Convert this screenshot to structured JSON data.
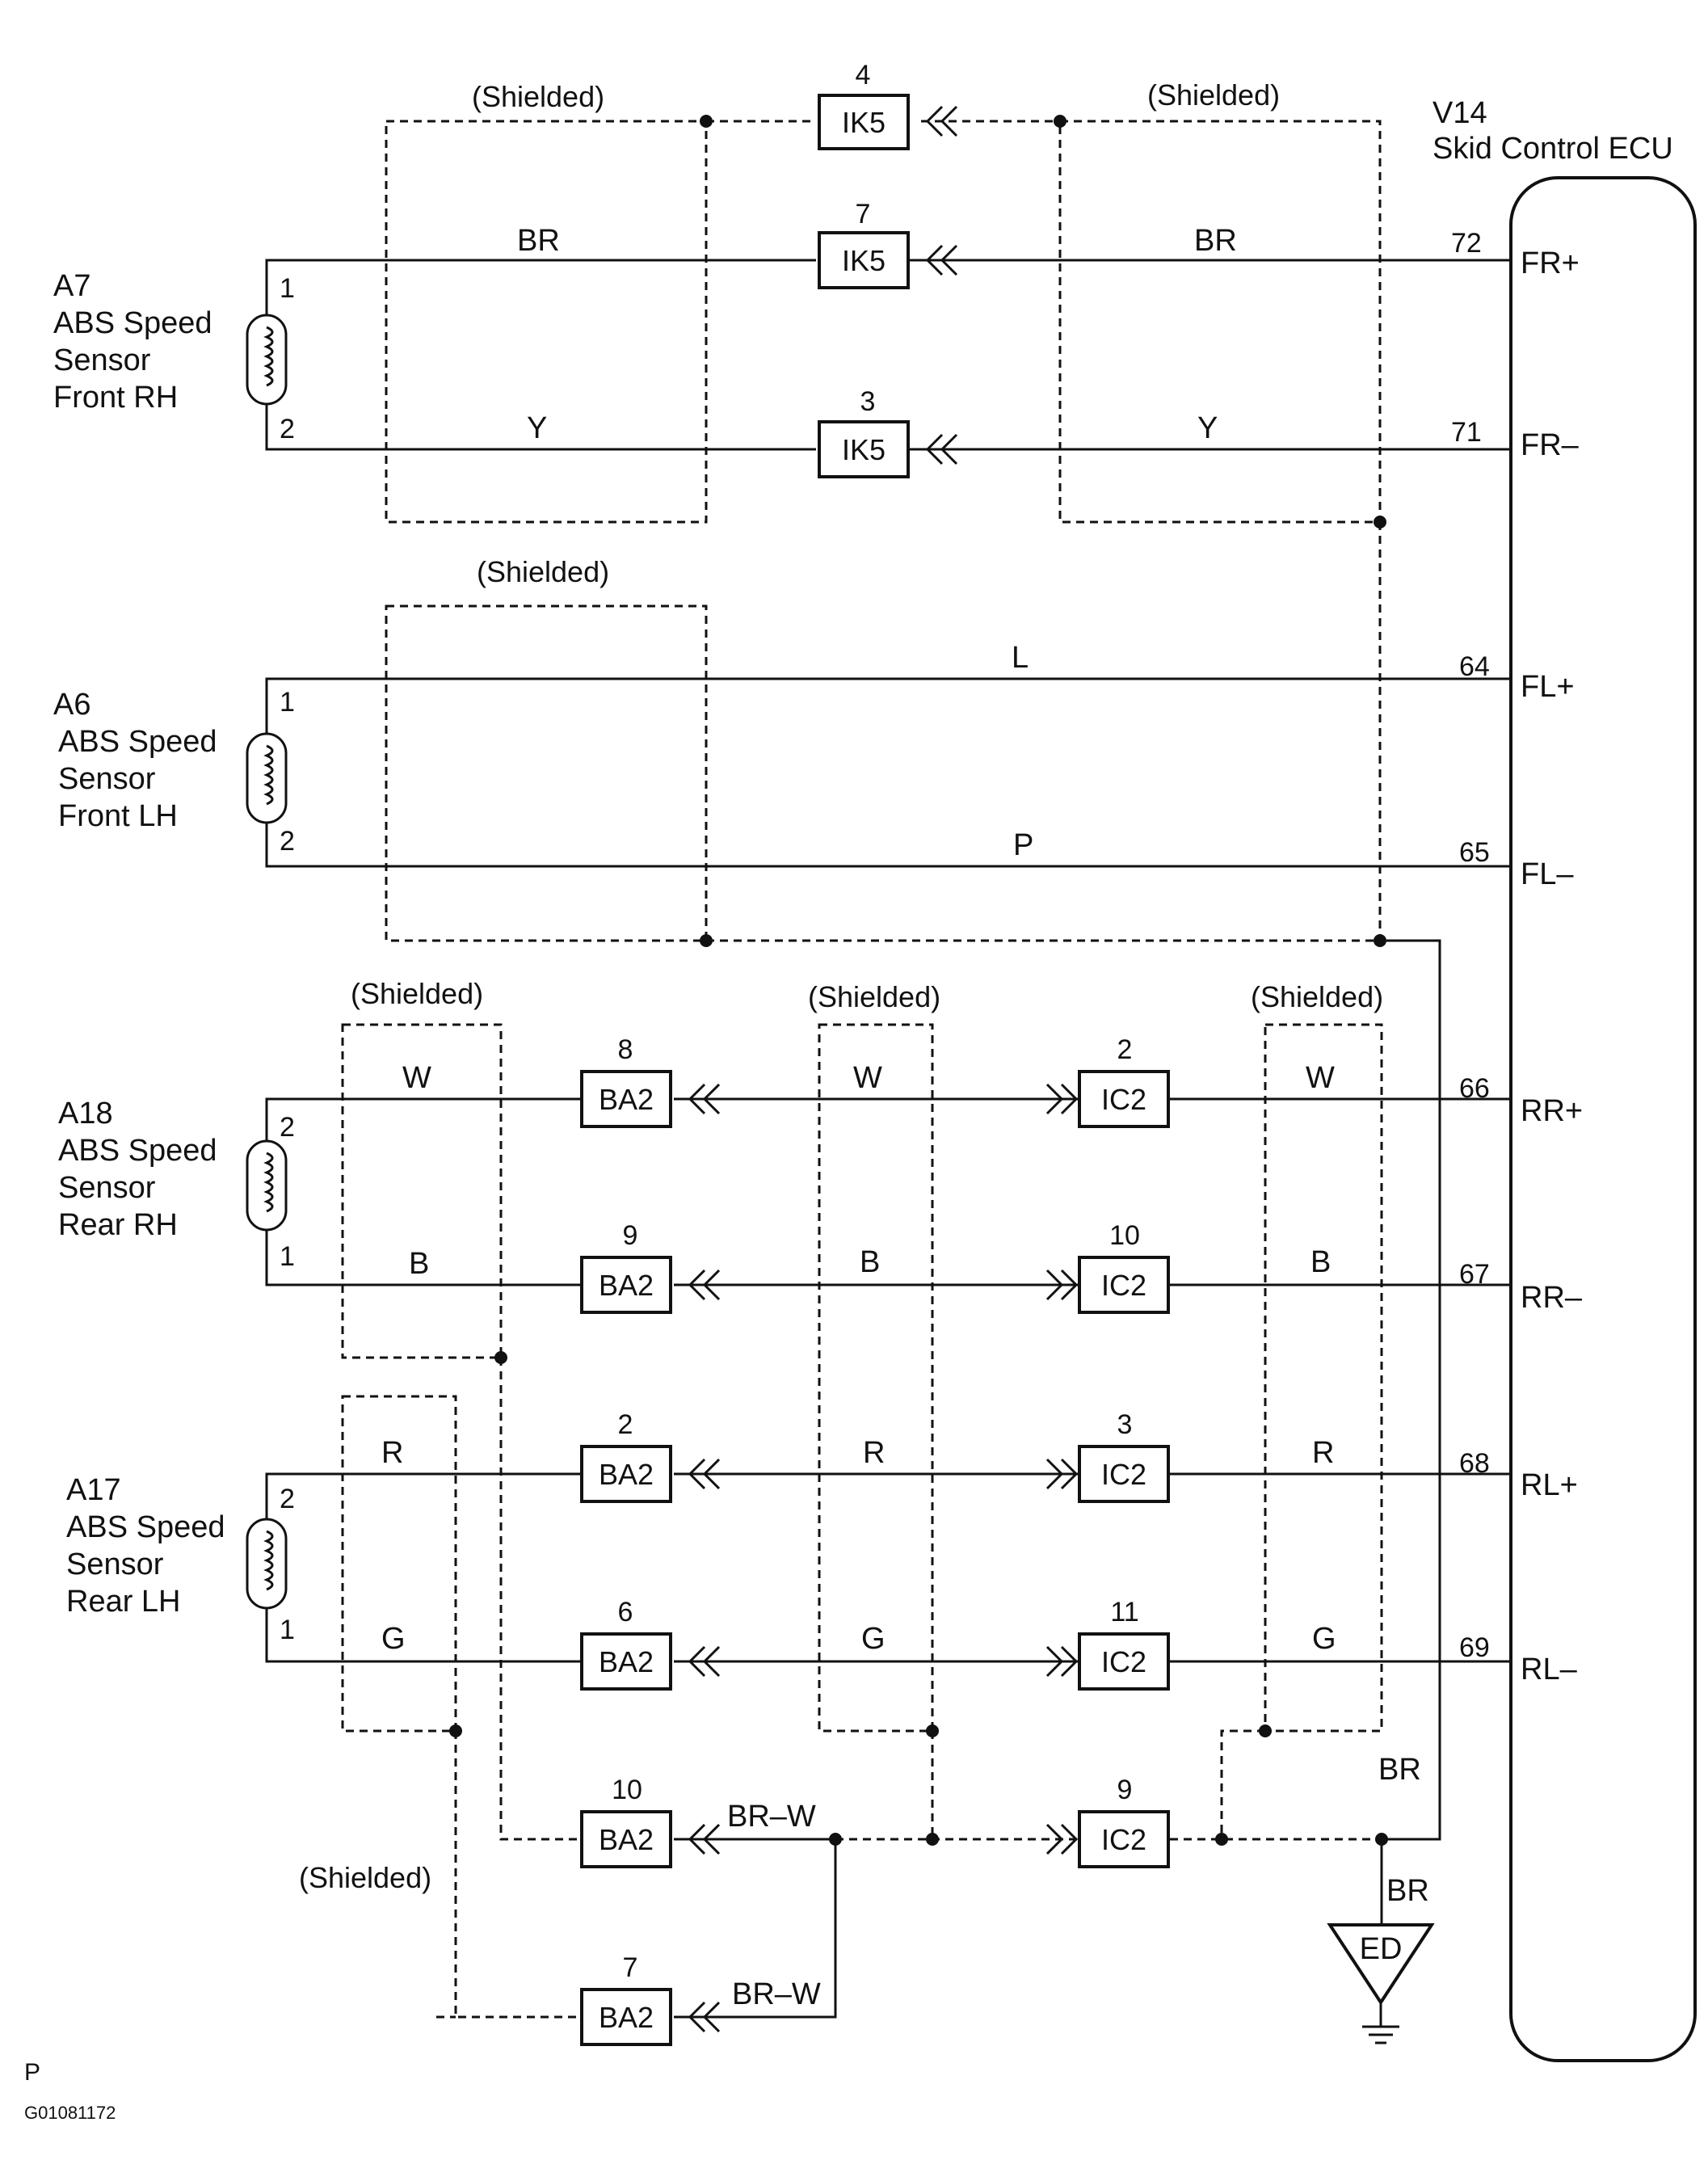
{
  "ecu": {
    "id": "V14",
    "name": "Skid Control ECU",
    "terminals": [
      {
        "pin": "72",
        "name": "FR+"
      },
      {
        "pin": "71",
        "name": "FR–"
      },
      {
        "pin": "64",
        "name": "FL+"
      },
      {
        "pin": "65",
        "name": "FL–"
      },
      {
        "pin": "66",
        "name": "RR+"
      },
      {
        "pin": "67",
        "name": "RR–"
      },
      {
        "pin": "68",
        "name": "RL+"
      },
      {
        "pin": "69",
        "name": "RL–"
      }
    ]
  },
  "sensors": [
    {
      "id": "A7",
      "line1": "ABS Speed",
      "line2": "Sensor",
      "line3": "Front RH",
      "pin_top": "1",
      "pin_bottom": "2"
    },
    {
      "id": "A6",
      "line1": "ABS Speed",
      "line2": "Sensor",
      "line3": "Front LH",
      "pin_top": "1",
      "pin_bottom": "2"
    },
    {
      "id": "A18",
      "line1": "ABS Speed",
      "line2": "Sensor",
      "line3": "Rear RH",
      "pin_top": "2",
      "pin_bottom": "1"
    },
    {
      "id": "A17",
      "line1": "ABS Speed",
      "line2": "Sensor",
      "line3": "Rear LH",
      "pin_top": "2",
      "pin_bottom": "1"
    }
  ],
  "shield_label": "(Shielded)",
  "wires": {
    "fr_plus": "BR",
    "fr_minus": "Y",
    "fl_plus": "L",
    "fl_minus": "P",
    "rr_plus": "W",
    "rr_minus": "B",
    "rl_plus": "R",
    "rl_minus": "G",
    "br_w": "BR–W",
    "br": "BR"
  },
  "connectors": {
    "ik5": "IK5",
    "ba2": "BA2",
    "ic2": "IC2",
    "ik5_pins": [
      "4",
      "7",
      "3"
    ],
    "ba2_pins": [
      "8",
      "9",
      "2",
      "6",
      "10",
      "7"
    ],
    "ic2_pins": [
      "2",
      "10",
      "3",
      "11",
      "9"
    ]
  },
  "ground": {
    "label": "ED"
  },
  "footer": {
    "page_code": "P",
    "figure_id": "G01081172"
  }
}
